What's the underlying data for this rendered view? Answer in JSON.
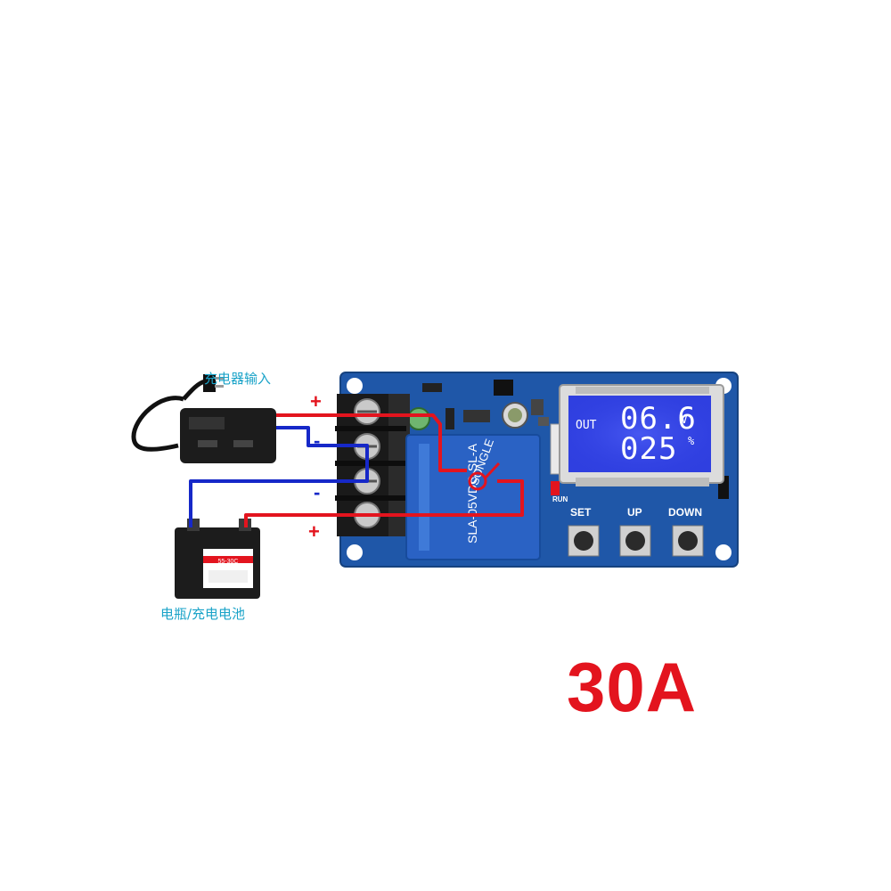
{
  "labels": {
    "charger_input": "充电器输入",
    "battery": "电瓶/充电电池",
    "rating": "30A"
  },
  "polarity": {
    "plus_top": "+",
    "minus_upper": "-",
    "minus_lower": "-",
    "plus_bottom": "+"
  },
  "lcd": {
    "out_label": "OUT",
    "voltage": "06.6",
    "voltage_unit": "V",
    "percent": "025",
    "percent_unit": "%"
  },
  "buttons": {
    "set": "SET",
    "up": "UP",
    "down": "DOWN"
  },
  "board": {
    "run_label": "RUN",
    "relay_brand": "SONGLE",
    "relay_model": "SLA-05VDC-SL-A",
    "battery_sticker": "55-30C"
  },
  "colors": {
    "pcb": "#1f57a8",
    "wire_positive": "#e3141e",
    "wire_negative": "#1628c8",
    "label_cyan": "#1aa3c8",
    "lcd_backlight": "#2f3fe0"
  }
}
